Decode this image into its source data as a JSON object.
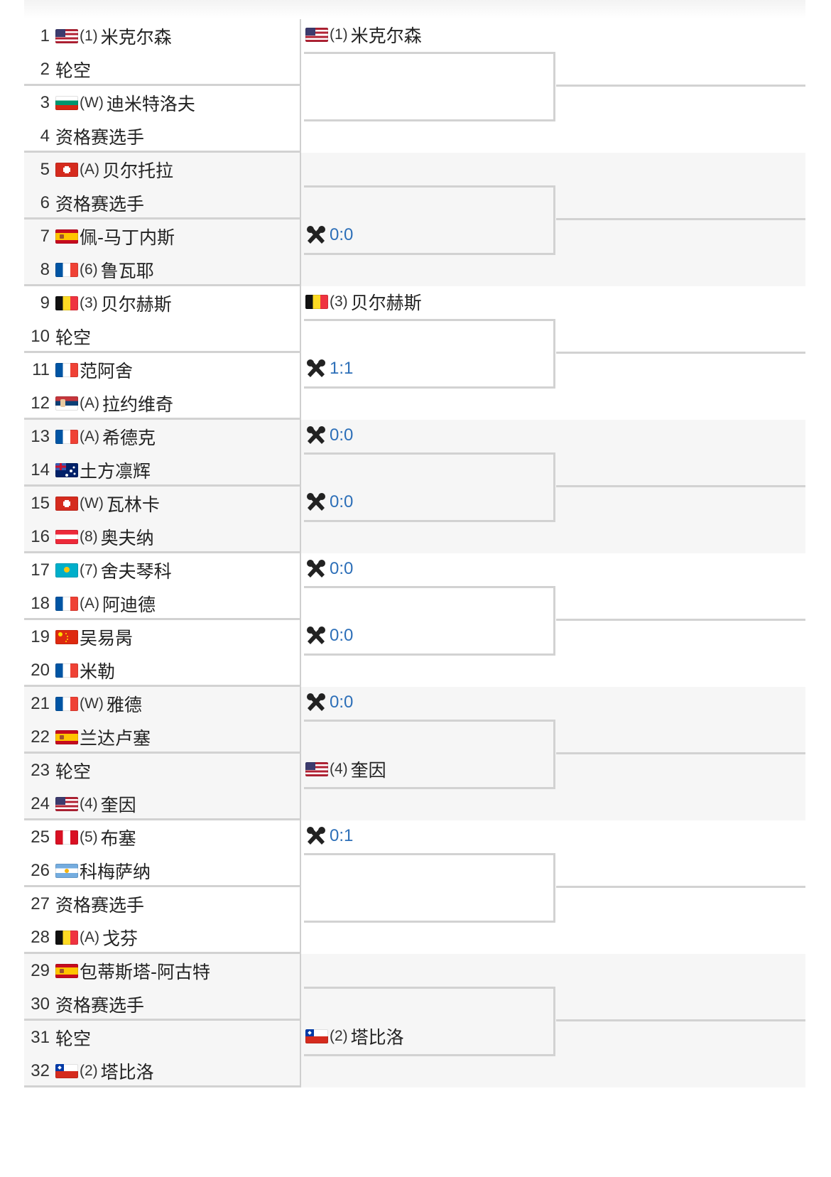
{
  "round1": [
    {
      "num": "1",
      "flag": "us",
      "seed": "(1)",
      "name": "米克尔森"
    },
    {
      "num": "2",
      "flag": "",
      "seed": "",
      "name": "轮空"
    },
    {
      "num": "3",
      "flag": "bg",
      "seed": "(W)",
      "name": "迪米特洛夫"
    },
    {
      "num": "4",
      "flag": "",
      "seed": "",
      "name": "资格赛选手"
    },
    {
      "num": "5",
      "flag": "ch",
      "seed": "(A)",
      "name": "贝尔托拉"
    },
    {
      "num": "6",
      "flag": "",
      "seed": "",
      "name": "资格赛选手"
    },
    {
      "num": "7",
      "flag": "es",
      "seed": "",
      "name": "佩-马丁内斯"
    },
    {
      "num": "8",
      "flag": "fr",
      "seed": "(6)",
      "name": "鲁瓦耶"
    },
    {
      "num": "9",
      "flag": "be",
      "seed": "(3)",
      "name": "贝尔赫斯"
    },
    {
      "num": "10",
      "flag": "",
      "seed": "",
      "name": "轮空"
    },
    {
      "num": "11",
      "flag": "fr",
      "seed": "",
      "name": "范阿舍"
    },
    {
      "num": "12",
      "flag": "rs",
      "seed": "(A)",
      "name": "拉约维奇"
    },
    {
      "num": "13",
      "flag": "fr",
      "seed": "(A)",
      "name": "希德克"
    },
    {
      "num": "14",
      "flag": "au",
      "seed": "",
      "name": "土方凛辉"
    },
    {
      "num": "15",
      "flag": "ch",
      "seed": "(W)",
      "name": "瓦林卡"
    },
    {
      "num": "16",
      "flag": "at",
      "seed": "(8)",
      "name": "奥夫纳"
    },
    {
      "num": "17",
      "flag": "kz",
      "seed": "(7)",
      "name": "舍夫琴科"
    },
    {
      "num": "18",
      "flag": "fr",
      "seed": "(A)",
      "name": "阿迪德"
    },
    {
      "num": "19",
      "flag": "cn",
      "seed": "",
      "name": "吴易昺"
    },
    {
      "num": "20",
      "flag": "fr",
      "seed": "",
      "name": "米勒"
    },
    {
      "num": "21",
      "flag": "fr",
      "seed": "(W)",
      "name": "雅德"
    },
    {
      "num": "22",
      "flag": "es",
      "seed": "",
      "name": "兰达卢塞"
    },
    {
      "num": "23",
      "flag": "",
      "seed": "",
      "name": "轮空"
    },
    {
      "num": "24",
      "flag": "us",
      "seed": "(4)",
      "name": "奎因"
    },
    {
      "num": "25",
      "flag": "pe",
      "seed": "(5)",
      "name": "布塞"
    },
    {
      "num": "26",
      "flag": "ar",
      "seed": "",
      "name": "科梅萨纳"
    },
    {
      "num": "27",
      "flag": "",
      "seed": "",
      "name": "资格赛选手"
    },
    {
      "num": "28",
      "flag": "be",
      "seed": "(A)",
      "name": "戈芬"
    },
    {
      "num": "29",
      "flag": "es",
      "seed": "",
      "name": "包蒂斯塔-阿古特"
    },
    {
      "num": "30",
      "flag": "",
      "seed": "",
      "name": "资格赛选手"
    },
    {
      "num": "31",
      "flag": "",
      "seed": "",
      "name": "轮空"
    },
    {
      "num": "32",
      "flag": "cl",
      "seed": "(2)",
      "name": "塔比洛"
    }
  ],
  "round2": [
    {
      "type": "player",
      "flag": "us",
      "seed": "(1)",
      "name": "米克尔森"
    },
    {
      "type": "empty"
    },
    {
      "type": "empty"
    },
    {
      "type": "score",
      "score": "0:0"
    },
    {
      "type": "player",
      "flag": "be",
      "seed": "(3)",
      "name": "贝尔赫斯"
    },
    {
      "type": "score",
      "score": "1:1"
    },
    {
      "type": "score",
      "score": "0:0"
    },
    {
      "type": "score",
      "score": "0:0"
    },
    {
      "type": "score",
      "score": "0:0"
    },
    {
      "type": "score",
      "score": "0:0"
    },
    {
      "type": "score",
      "score": "0:0"
    },
    {
      "type": "player",
      "flag": "us",
      "seed": "(4)",
      "name": "奎因"
    },
    {
      "type": "score",
      "score": "0:1"
    },
    {
      "type": "empty"
    },
    {
      "type": "empty"
    },
    {
      "type": "player",
      "flag": "cl",
      "seed": "(2)",
      "name": "塔比洛"
    }
  ],
  "colors": {
    "score": "#2d6fb8",
    "band": "#f6f6f6",
    "line": "#d2d2d2"
  }
}
